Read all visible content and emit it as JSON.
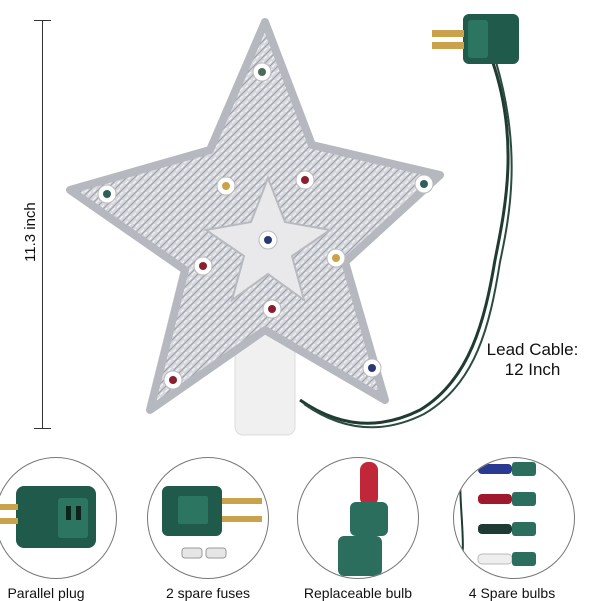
{
  "product": {
    "height_label": "11.3 inch",
    "lead_cable_label_line1": "Lead Cable:",
    "lead_cable_label_line2": "12 Inch"
  },
  "features": [
    {
      "caption": "Parallel plug",
      "icon": "parallel-plug-icon"
    },
    {
      "caption": "2 spare fuses",
      "icon": "spare-fuses-icon"
    },
    {
      "caption": "Replaceable bulb",
      "icon": "replaceable-bulb-icon"
    },
    {
      "caption": "4 Spare bulbs",
      "icon": "spare-bulbs-icon"
    }
  ],
  "colors": {
    "tinsel": "#c9ccd2",
    "wire": "#1f3b33",
    "plug": "#1f5a4a",
    "prong": "#c9a24b"
  }
}
